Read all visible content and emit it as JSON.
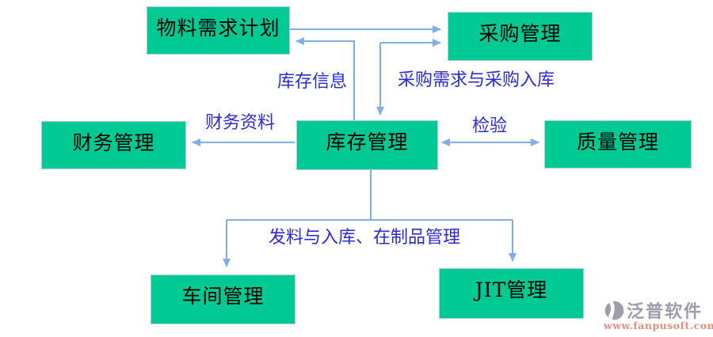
{
  "diagram": {
    "colors": {
      "node_fill": "#00C993",
      "node_border": "#A9CBEE",
      "node_text": "#000000",
      "arrow": "#7FAFE6",
      "edge_label_text": "#2B2BD5",
      "watermark_gray": "#9B95A5",
      "watermark_url": "#E0897B"
    },
    "nodes": [
      {
        "id": "mrp",
        "label": "物料需求计划"
      },
      {
        "id": "purchasing",
        "label": "采购管理"
      },
      {
        "id": "finance",
        "label": "财务管理"
      },
      {
        "id": "inventory",
        "label": "库存管理"
      },
      {
        "id": "quality",
        "label": "质量管理"
      },
      {
        "id": "workshop",
        "label": "车间管理"
      },
      {
        "id": "jit",
        "label": "JIT管理"
      }
    ],
    "edge_labels": [
      {
        "id": "inventory-info",
        "text": "库存信息"
      },
      {
        "id": "purchase-demand",
        "text": "采购需求与采购入库"
      },
      {
        "id": "finance-data",
        "text": "财务资料"
      },
      {
        "id": "inspection",
        "text": "检验"
      },
      {
        "id": "issue-wip",
        "text": "发料与入库、在制品管理"
      }
    ]
  },
  "watermark": {
    "brand": "泛普软件",
    "url": "www.fanpusoft.com"
  }
}
